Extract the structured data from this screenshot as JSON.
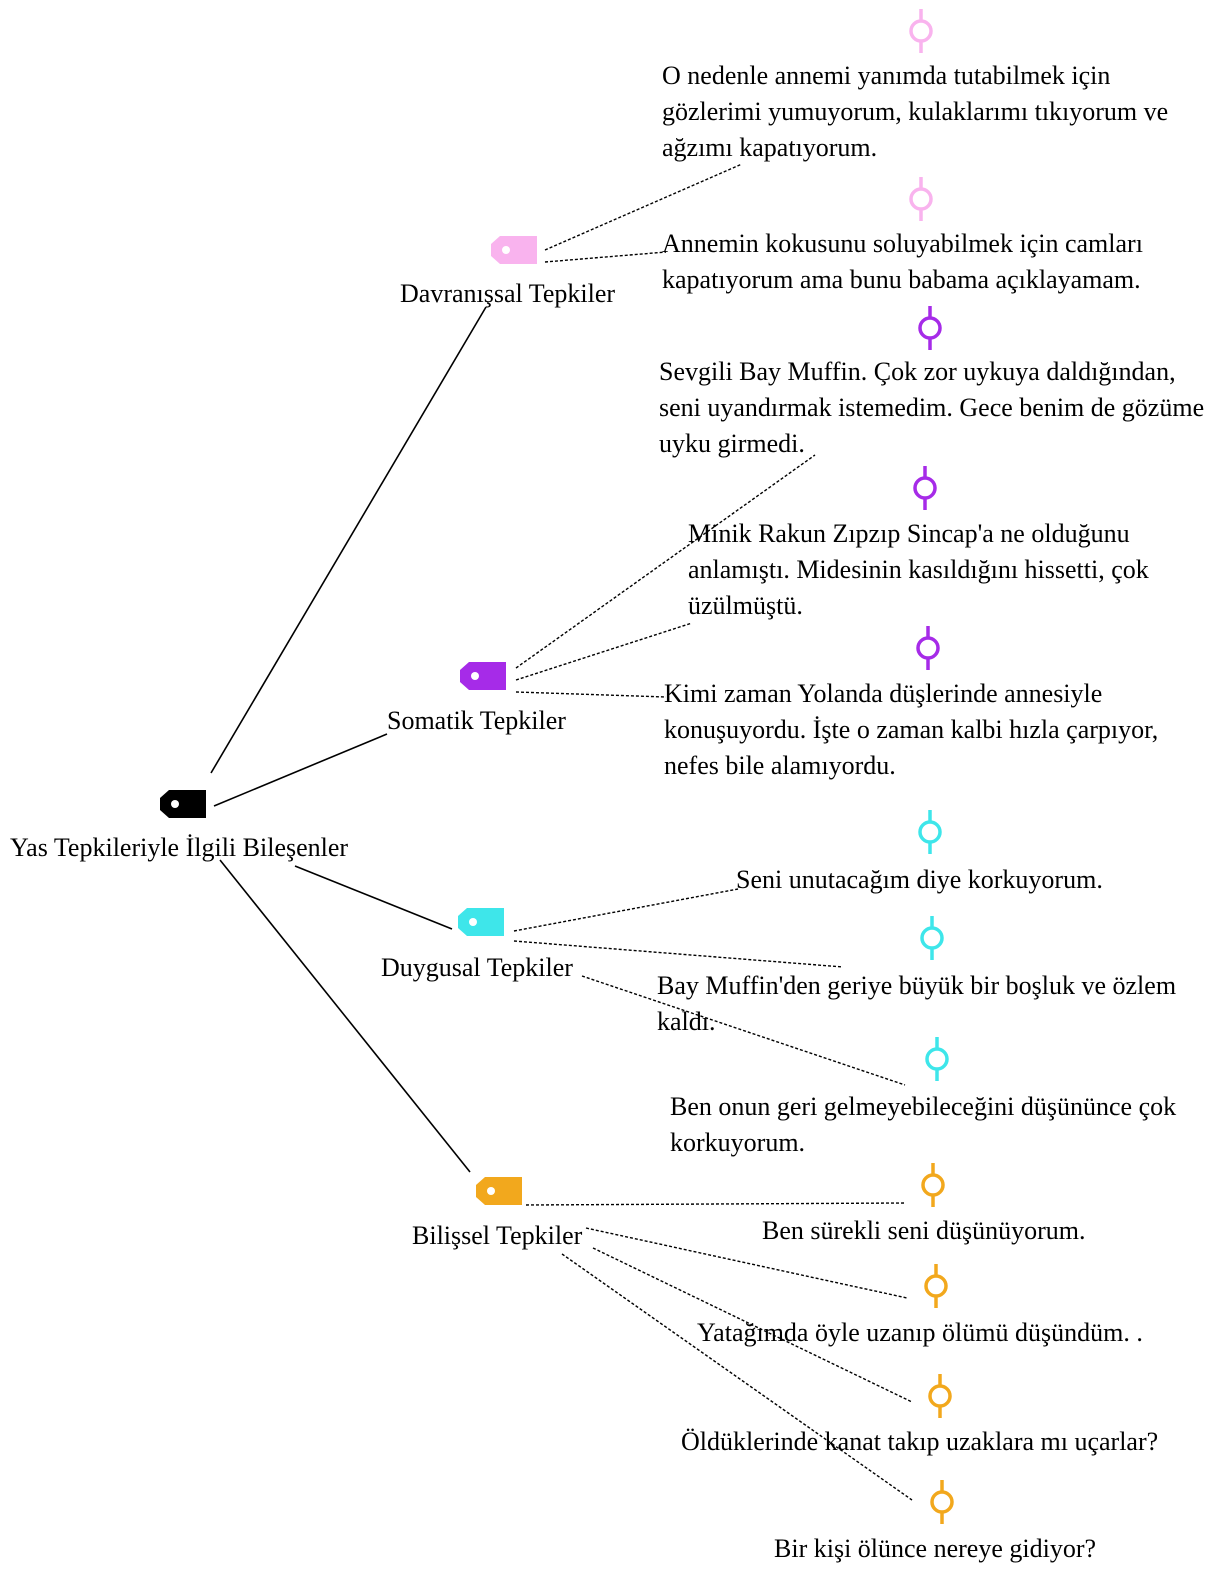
{
  "root": {
    "label": "Yas Tepkileriyle İlgili Bileşenler",
    "color": "#000000"
  },
  "categories": [
    {
      "label": "Davranışsal Tepkiler",
      "color": "#f9b3ee",
      "quotes": [
        "O nedenle annemi yanımda tutabilmek için gözlerimi yumuyorum, kulaklarımı tıkıyorum ve ağzımı kapatıyorum.",
        "Annemin kokusunu soluyabilmek için camları kapatıyorum ama bunu babama açıklayamam."
      ]
    },
    {
      "label": "Somatik Tepkiler",
      "color": "#a62be8",
      "quotes": [
        "Sevgili Bay Muffin. Çok zor uykuya daldığından, seni uyandırmak istemedim. Gece benim de gözüme uyku girmedi.",
        "Minik Rakun Zıpzıp Sincap'a ne olduğunu anlamıştı. Midesinin kasıldığını hissetti, çok üzülmüştü.",
        "Kimi zaman Yolanda düşlerinde annesiyle konuşuyordu. İşte o zaman kalbi hızla çarpıyor, nefes bile alamıyordu."
      ]
    },
    {
      "label": "Duygusal Tepkiler",
      "color": "#3ee6ea",
      "quotes": [
        "Seni unutacağım diye korkuyorum.",
        "Bay Muffin'den geriye büyük bir boşluk ve özlem kaldı.",
        "Ben onun geri gelmeyebileceğini düşününce çok korkuyorum."
      ]
    },
    {
      "label": "Bilişsel Tepkiler",
      "color": "#f2a81d",
      "quotes": [
        "Ben sürekli seni düşünüyorum.",
        "Yatağımda öyle uzanıp ölümü düşündüm. .",
        "Öldüklerinde kanat takıp uzaklara mı uçarlar?",
        "Bir kişi ölünce nereye gidiyor?"
      ]
    }
  ]
}
